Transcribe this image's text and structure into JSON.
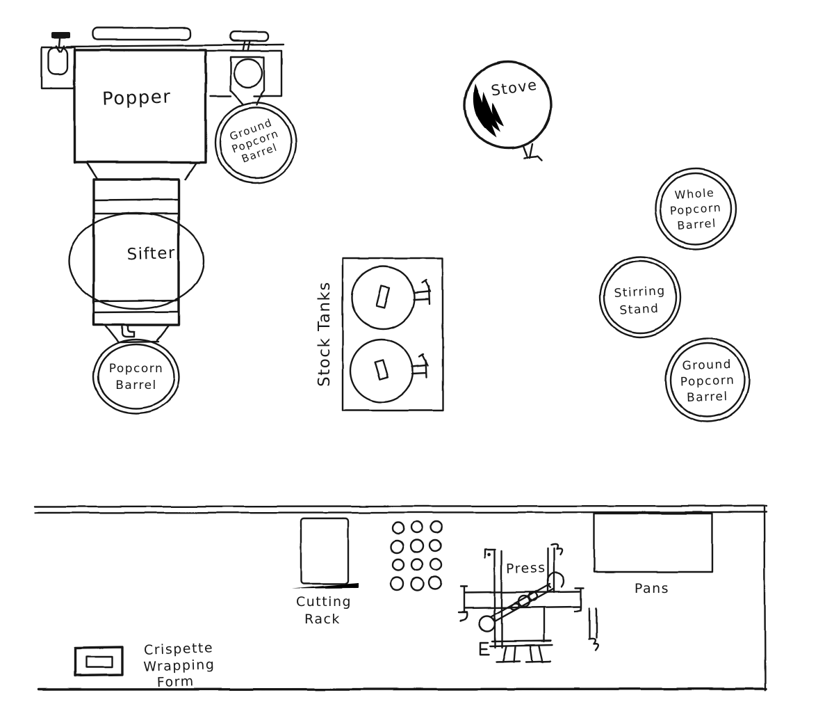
{
  "canvas": {
    "background": "#ffffff",
    "ink": "#161616",
    "description_labels_count": 13
  },
  "labels": {
    "popper": "Popper",
    "ground_popcorn_barrel_top": [
      "Ground",
      "Popcorn",
      "Barrel"
    ],
    "sifter": "Sifter",
    "popcorn_barrel": [
      "Popcorn",
      "Barrel"
    ],
    "stock_tanks": "Stock Tanks",
    "stove": "Stove",
    "whole_popcorn_barrel": [
      "Whole",
      "Popcorn",
      "Barrel"
    ],
    "stirring_stand": [
      "Stirring",
      "Stand"
    ],
    "ground_popcorn_barrel_right": [
      "Ground",
      "Popcorn",
      "Barrel"
    ],
    "cutting_rack": [
      "Cutting",
      "Rack"
    ],
    "press": "Press",
    "pans": "Pans",
    "crispette_wrapping_form": [
      "Crispette",
      "Wrapping",
      "Form"
    ]
  }
}
